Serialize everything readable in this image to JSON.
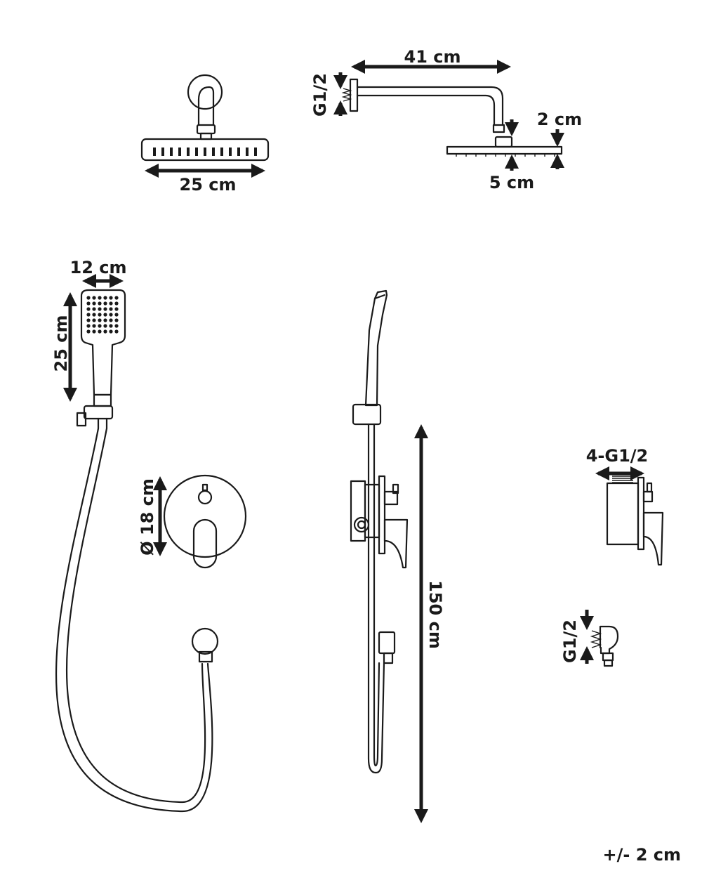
{
  "labels": {
    "overhead_width": "25 cm",
    "arm_length": "41 cm",
    "arm_thread": "G1/2",
    "head_thickness": "2 cm",
    "head_neck": "5 cm",
    "hand_width": "12 cm",
    "hand_length": "25 cm",
    "plate_diameter": "Ø 18 cm",
    "rail_height": "150 cm",
    "valve_ports": "4-G1/2",
    "outlet_thread": "G1/2",
    "tolerance": "+/- 2 cm"
  }
}
